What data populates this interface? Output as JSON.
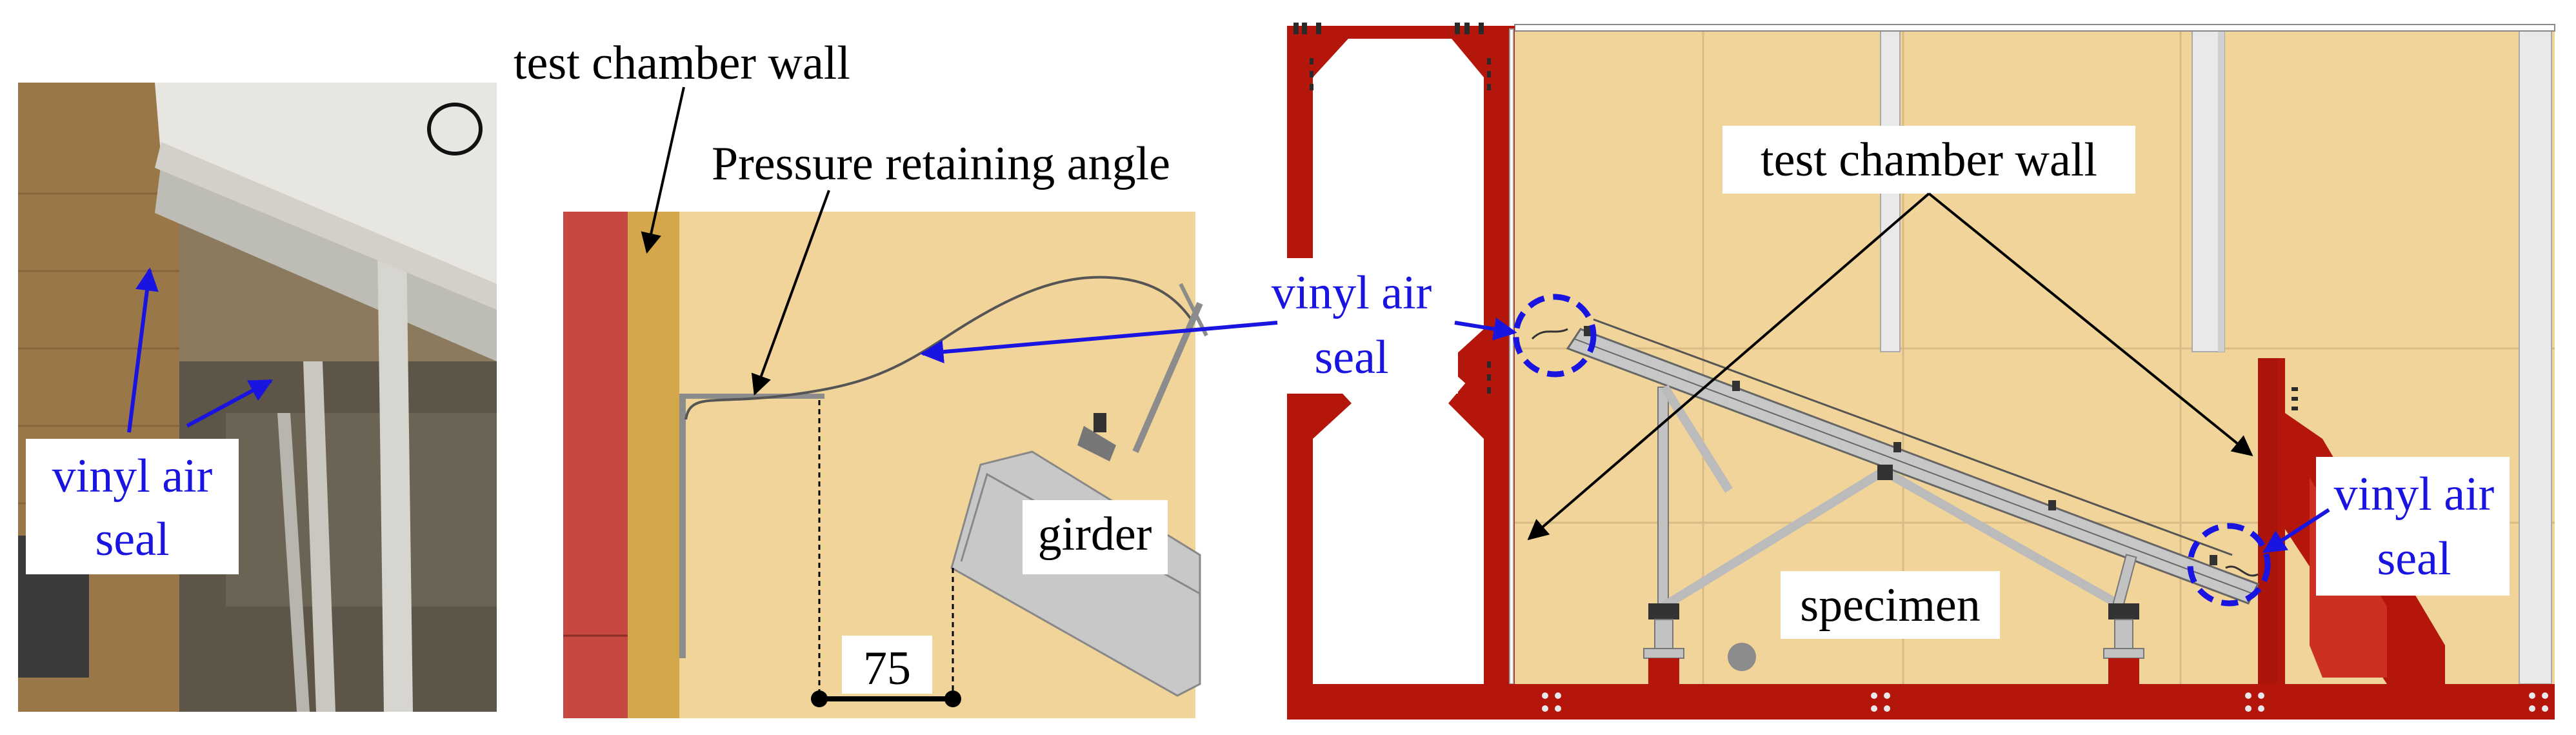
{
  "photo": {
    "label_line1": "vinyl air",
    "label_line2": "seal"
  },
  "detail": {
    "wall_label": "test chamber wall",
    "angle_label": "Pressure retaining angle",
    "girder_label": "girder",
    "dimension_label": "75"
  },
  "elevation": {
    "wall_label": "test chamber wall",
    "seal_left_line1": "vinyl air",
    "seal_left_line2": "seal",
    "seal_right_line1": "vinyl air",
    "seal_right_line2": "seal",
    "specimen_label": "specimen"
  },
  "colors": {
    "frame_red": "#B4160B",
    "panel_tan": "#F1D499",
    "wall_brown": "#C64840",
    "annotation_blue": "#1A14E0",
    "girder_gray": "#C8C8C8"
  }
}
